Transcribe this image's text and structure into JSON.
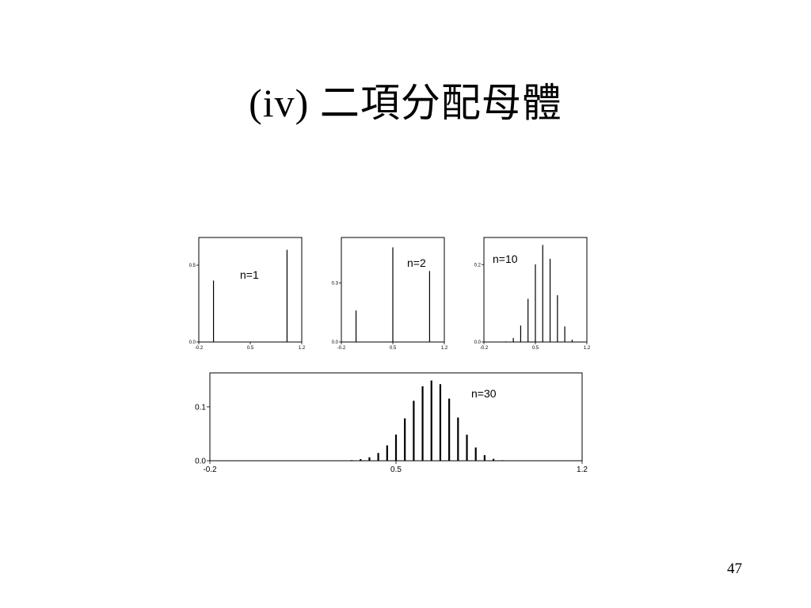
{
  "slide": {
    "title": "(iv)  二項分配母體",
    "page_number": "47"
  },
  "chart_data": [
    {
      "type": "bar",
      "annotation": "n=1",
      "xlim": [
        -0.2,
        1.2
      ],
      "ylim": [
        0,
        0.68
      ],
      "xticks": [
        "-0.2",
        "0.5",
        "1.2"
      ],
      "yticks": [
        "0.0",
        "0.5"
      ],
      "x": [
        0,
        1
      ],
      "values": [
        0.4,
        0.6
      ]
    },
    {
      "type": "bar",
      "annotation": "n=2",
      "xlim": [
        -0.2,
        1.2
      ],
      "ylim": [
        0,
        0.53
      ],
      "xticks": [
        "-0.2",
        "0.5",
        "1.2"
      ],
      "yticks": [
        "0.0",
        "0.3"
      ],
      "x": [
        0,
        0.5,
        1
      ],
      "values": [
        0.16,
        0.48,
        0.36
      ]
    },
    {
      "type": "bar",
      "annotation": "n=10",
      "xlim": [
        -0.2,
        1.2
      ],
      "ylim": [
        0,
        0.27
      ],
      "xticks": [
        "-0.2",
        "0.5",
        "1.2"
      ],
      "yticks": [
        "0.0",
        "0.2"
      ],
      "x": [
        0,
        0.1,
        0.2,
        0.3,
        0.4,
        0.5,
        0.6,
        0.7,
        0.8,
        0.9,
        1.0
      ],
      "values": [
        0.0001,
        0.0016,
        0.0106,
        0.0425,
        0.1115,
        0.2007,
        0.2508,
        0.215,
        0.1209,
        0.0403,
        0.006
      ]
    },
    {
      "type": "bar",
      "annotation": "n=30",
      "xlim": [
        -0.2,
        1.2
      ],
      "ylim": [
        0,
        0.163
      ],
      "xticks": [
        "-0.2",
        "0.5",
        "1.2"
      ],
      "yticks": [
        "0.0",
        "0.1"
      ],
      "x": [
        0.3333,
        0.3667,
        0.4,
        0.4333,
        0.4667,
        0.5,
        0.5333,
        0.5667,
        0.6,
        0.6333,
        0.6667,
        0.7,
        0.7333,
        0.7667,
        0.8,
        0.8333,
        0.8667,
        0.9,
        0.9333,
        0.9667,
        1.0
      ],
      "values": [
        0.0011,
        0.0029,
        0.0064,
        0.0144,
        0.0285,
        0.0486,
        0.0786,
        0.1112,
        0.1383,
        0.1488,
        0.1421,
        0.1152,
        0.0802,
        0.0482,
        0.0245,
        0.0104,
        0.0035,
        0.001,
        0.0003,
        0.0001,
        0.0
      ]
    }
  ]
}
